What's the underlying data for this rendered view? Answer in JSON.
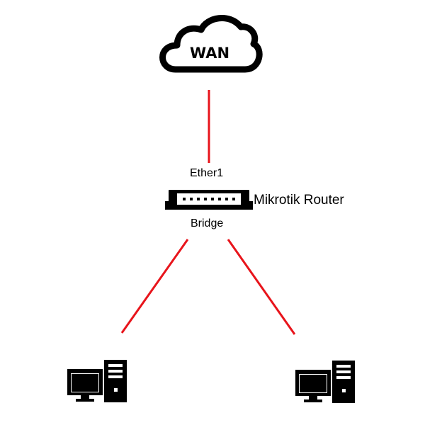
{
  "diagram": {
    "wan": {
      "label": "WAN"
    },
    "router": {
      "name": "Mikrotik Router",
      "port_top": "Ether1",
      "port_bottom": "Bridge"
    },
    "colors": {
      "link": "#e8141b",
      "icon": "#000000",
      "background": "#ffffff"
    },
    "icons": {
      "wan": "cloud-icon",
      "router": "router-icon",
      "pc_left": "desktop-computer-icon",
      "pc_right": "desktop-computer-icon"
    }
  }
}
